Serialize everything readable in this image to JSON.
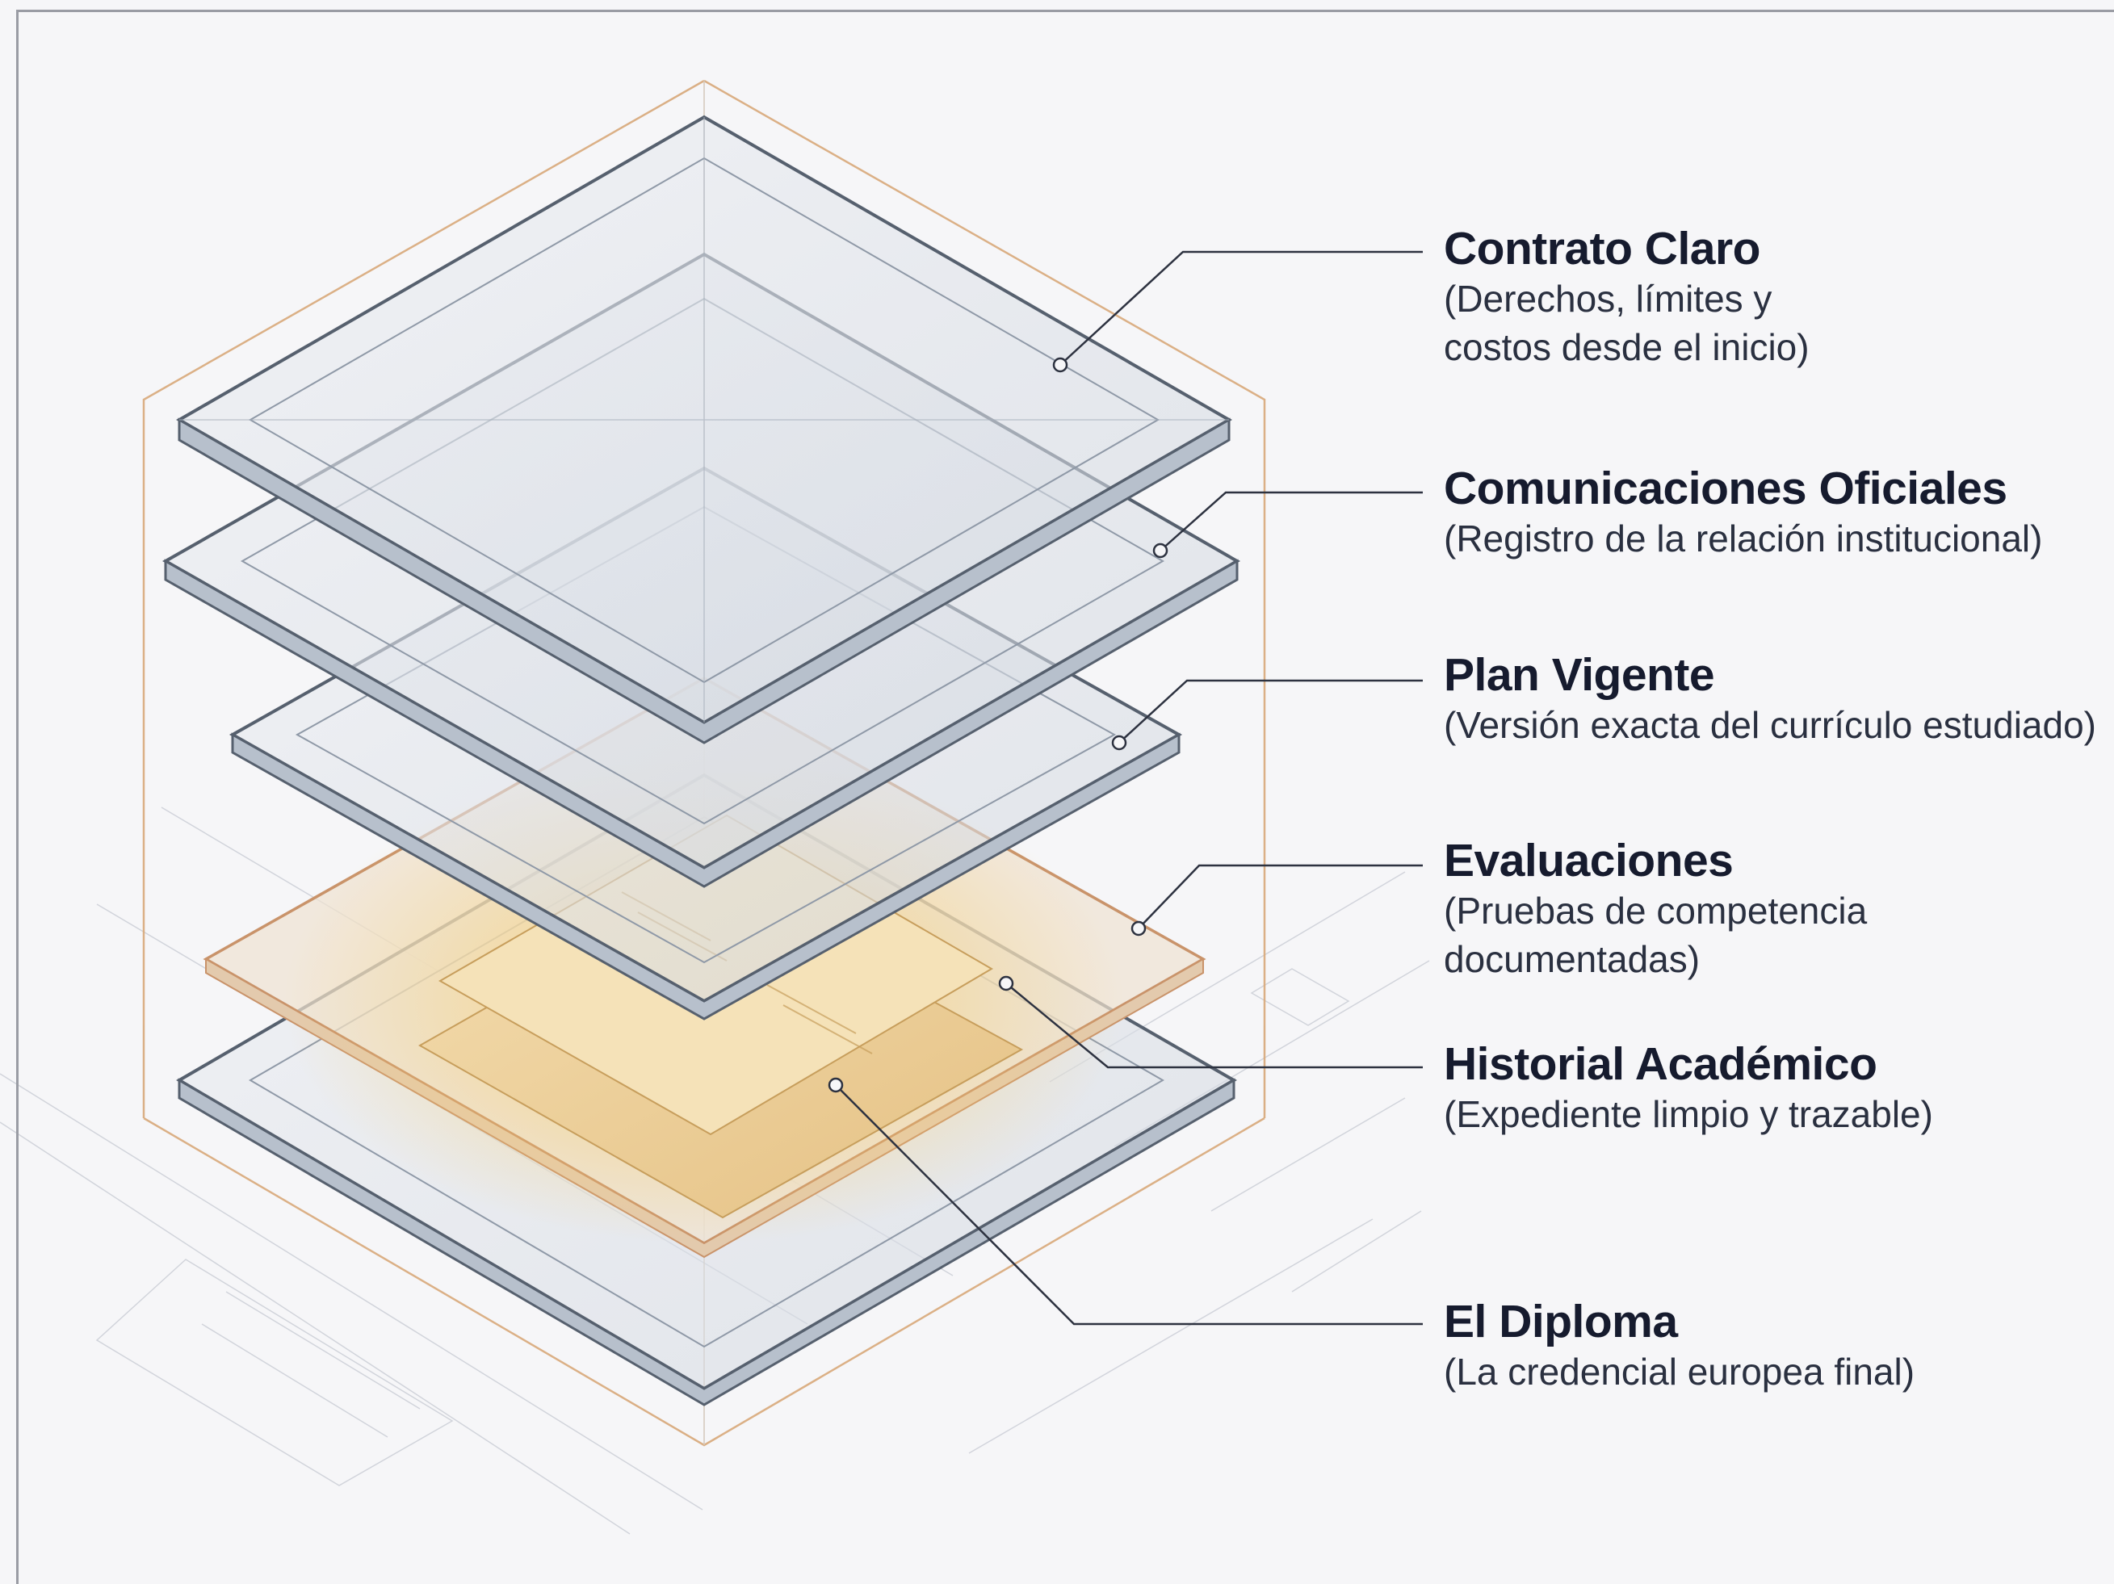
{
  "layers": [
    {
      "title": "Contrato Claro",
      "sub1": "(Derechos, límites y",
      "sub2": "costos desde el inicio)"
    },
    {
      "title": "Comunicaciones Oficiales",
      "sub1": "(Registro de la relación institucional)"
    },
    {
      "title": "Plan Vigente",
      "sub1": "(Versión exacta del currículo estudiado)"
    },
    {
      "title": "Evaluaciones",
      "sub1": "(Pruebas de competencia",
      "sub2": "documentadas)"
    },
    {
      "title": "Historial Académico",
      "sub1": "(Expediente limpio y trazable)"
    },
    {
      "title": "El Diploma",
      "sub1": "(La credencial europea final)"
    }
  ],
  "colors": {
    "glass_edge": "#56606e",
    "glass_fill": "#dde2ea",
    "gold_glow": "#f7cf73",
    "copper_line": "#d8a879",
    "leader_line": "#2d3240",
    "label_title": "#161b2e",
    "label_sub": "#2a3040"
  }
}
